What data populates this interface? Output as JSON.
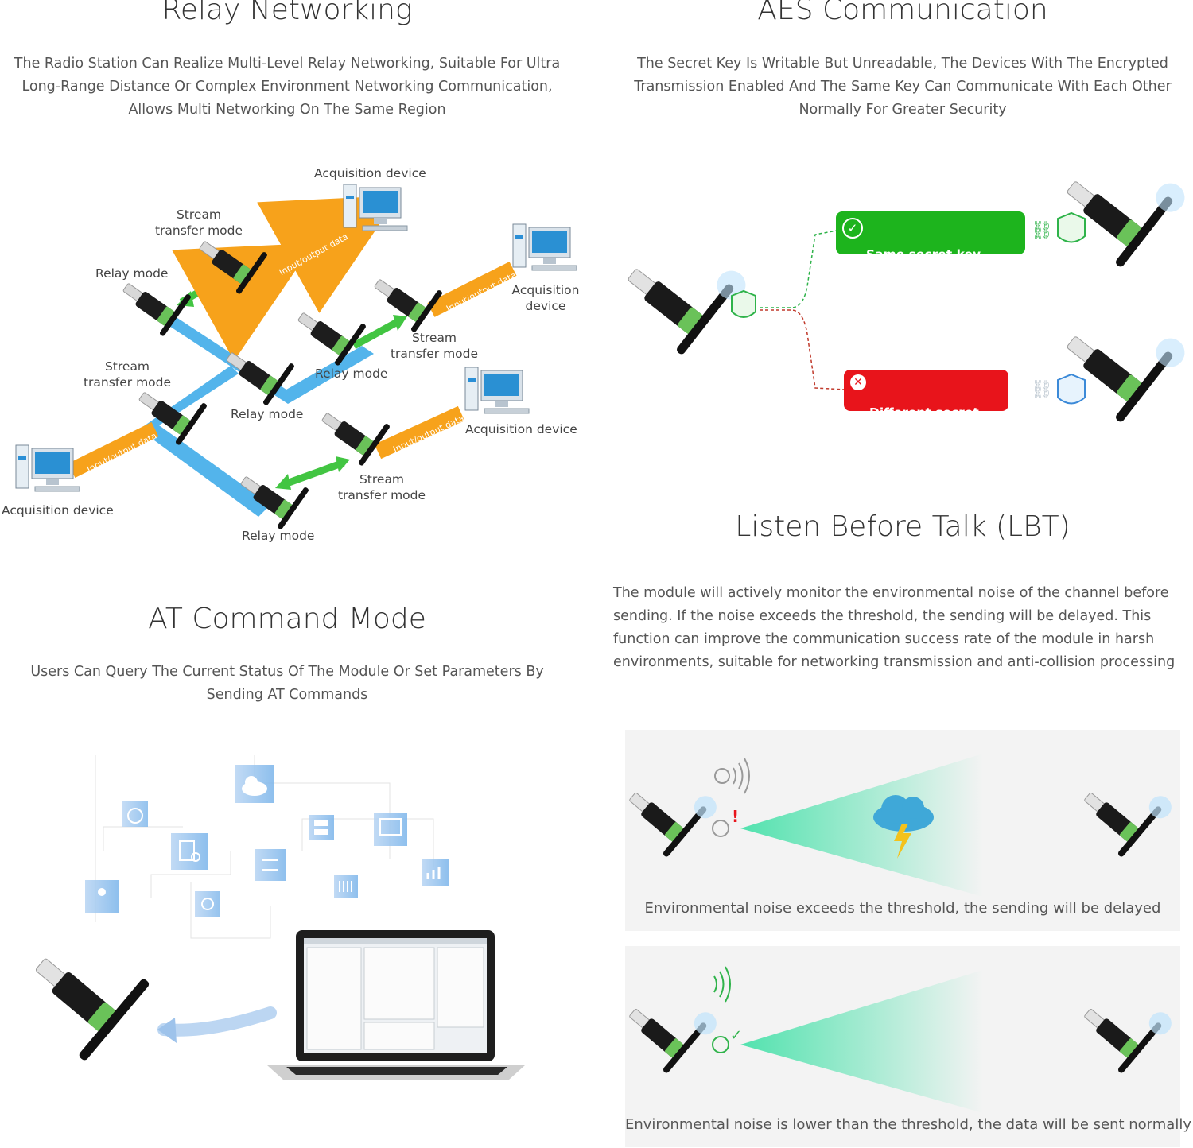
{
  "relay": {
    "title": "Relay Networking",
    "description": "The Radio Station Can Realize Multi-Level Relay Networking, Suitable For Ultra Long-Range Distance Or Complex Environment Networking Communication, Allows Multi Networking On The Same Region",
    "labels": {
      "acq_top": "Acquisition device",
      "stream_1": "Stream\ntransfer mode",
      "relay_1": "Relay mode",
      "acq_right": "Acquisition\ndevice",
      "stream_2": "Stream\ntransfer mode",
      "relay_2": "Relay mode",
      "stream_3": "Stream\ntransfer mode",
      "relay_3": "Relay mode",
      "acq_mid_right": "Acquisition device",
      "acq_left": "Acquisition device",
      "stream_4": "Stream\ntransfer mode",
      "relay_4": "Relay mode"
    },
    "arrow_label": "Input/output data"
  },
  "aes": {
    "title": "AES Communication",
    "description": "The Secret Key Is Writable But Unreadable, The Devices With The Encrypted Transmission Enabled And The Same Key Can Communicate With Each Other Normally For Greater Security",
    "ok_text": "Same secret key,\ncommunication normally",
    "fail_text": "Different secret key,\ncannot communicate",
    "ok_color": "#1db41d",
    "fail_color": "#e8141b"
  },
  "lbt": {
    "title": "Listen Before Talk (LBT)",
    "description": "The module will actively monitor the environmental noise of the channel before sending. If the noise exceeds the threshold, the sending will be delayed. This function can improve the communication success rate of the module in harsh environments, suitable for networking transmission and anti-collision processing",
    "caption_delayed": "Environmental noise exceeds the threshold, the sending will be delayed",
    "caption_normal": "Environmental noise is lower than the threshold, the data will be sent normally"
  },
  "at": {
    "title": "AT Command Mode",
    "description": "Users Can Query The Current Status Of The Module Or Set Parameters By Sending AT Commands"
  },
  "icons": [
    "cloud-icon",
    "gauge-icon",
    "search-doc-icon",
    "server-icon",
    "monitor-chart-icon",
    "transfer-icon",
    "contacts-icon",
    "settings-icon",
    "piano-icon",
    "bar-chart-icon"
  ]
}
